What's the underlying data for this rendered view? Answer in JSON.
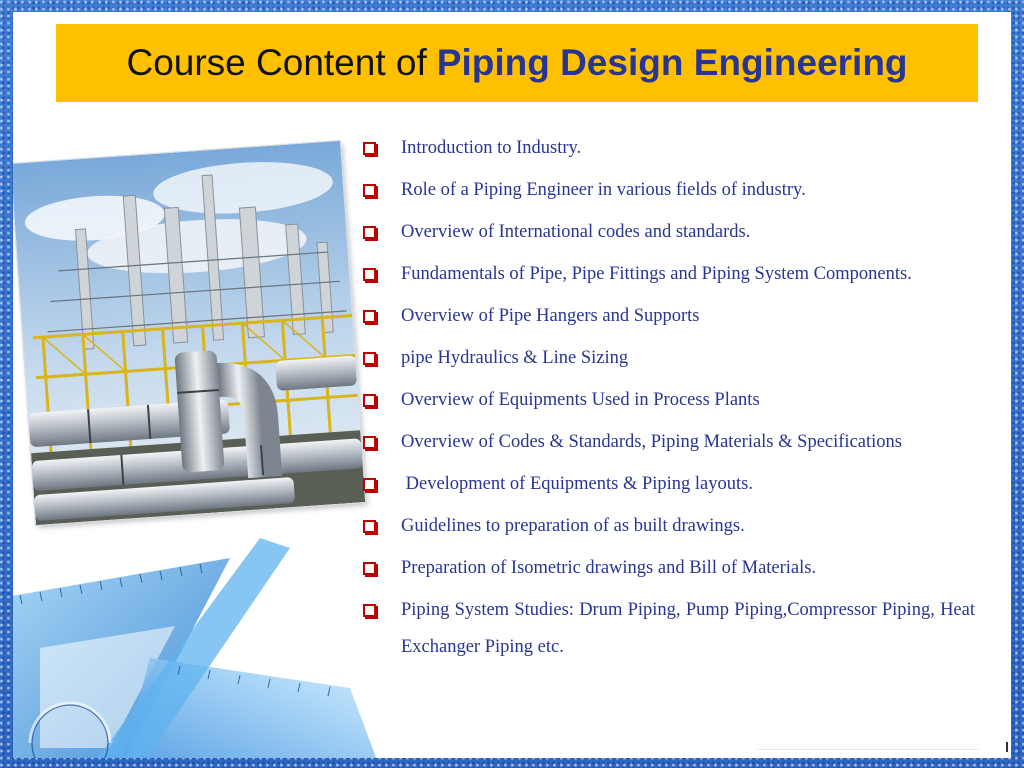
{
  "title": {
    "prefix": "Course Content of",
    "highlight": "Piping Design Engineering"
  },
  "colors": {
    "title_background": "#ffc000",
    "title_highlight": "#283593",
    "list_text": "#283593",
    "bullet": "#c00000",
    "frame": "#2f68c2"
  },
  "photo": {
    "icon": "industrial-piping-plant-image"
  },
  "decoration": {
    "icon": "drafting-set-squares-icon"
  },
  "bullet_icon": "square-checkbox-bullet-icon",
  "items": [
    "Introduction to Industry.",
    "Role of a Piping Engineer in various fields of industry.",
    "Overview of International codes and standards.",
    "Fundamentals of Pipe, Pipe Fittings and Piping System Components.",
    "Overview of Pipe Hangers and Supports",
    "pipe Hydraulics & Line Sizing",
    "Overview of Equipments Used in Process Plants",
    "Overview of Codes & Standards, Piping Materials & Specifications",
    " Development of Equipments & Piping layouts.",
    "Guidelines to preparation of as built drawings.",
    "Preparation of Isometric drawings and Bill of Materials.",
    "Piping System Studies: Drum Piping, Pump Piping,Compressor Piping, Heat Exchanger Piping etc."
  ]
}
